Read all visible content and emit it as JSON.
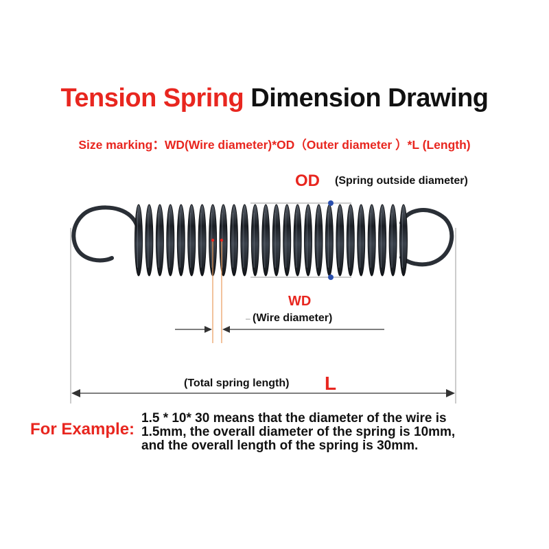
{
  "title": {
    "part1": "Tension Spring",
    "part2": "Dimension Drawing"
  },
  "size_marking": "Size marking：WD(Wire diameter)*OD（Outer diameter ）*L (Length)",
  "labels": {
    "od": "OD",
    "od_desc": "(Spring outside diameter)",
    "wd": "WD",
    "wd_desc": "(Wire diameter)",
    "l": "L",
    "l_desc": "(Total spring length)"
  },
  "example": {
    "label": "For Example:",
    "lines": [
      "1.5 * 10* 30 means that the diameter of the wire is",
      "1.5mm, the overall diameter of the spring is 10mm,",
      "and the overall length of the spring is 30mm."
    ]
  },
  "colors": {
    "red": "#e8261f",
    "black": "#111111",
    "blue_dot": "#2a4fae",
    "spring": "#1f2329"
  },
  "spring": {
    "coil_count": 26
  }
}
